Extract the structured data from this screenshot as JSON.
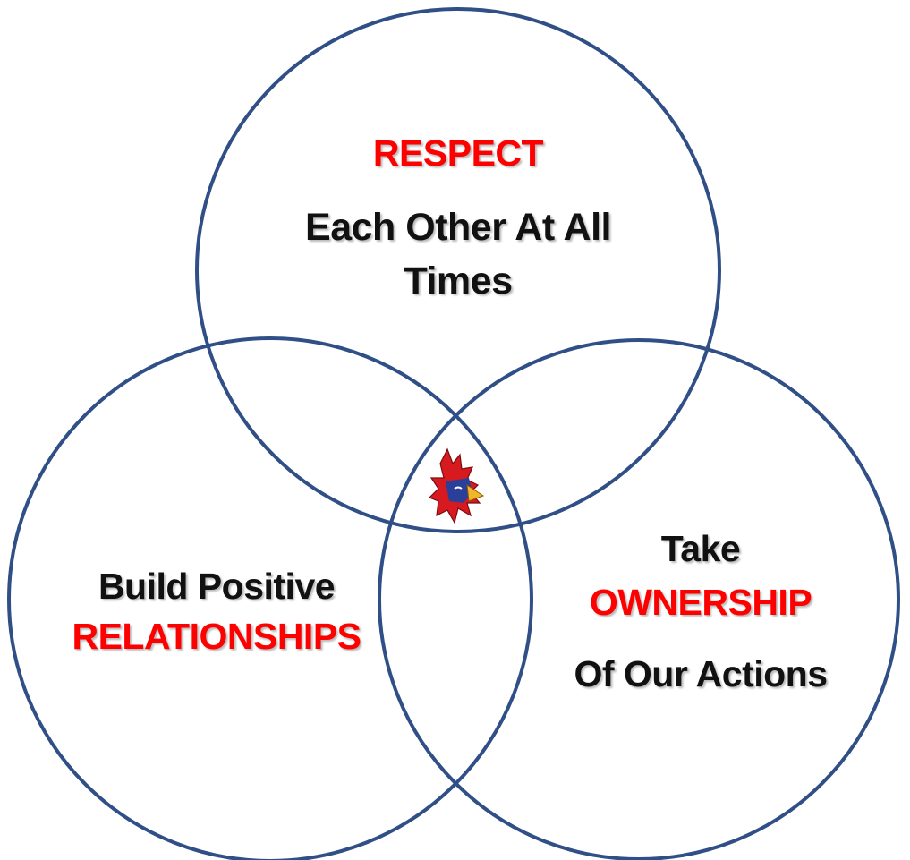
{
  "colors": {
    "circle_stroke": "#2f4f86",
    "accent_red": "#ff0000",
    "text_black": "#111111",
    "background": "#ffffff"
  },
  "top_circle": {
    "heading": "RESPECT",
    "line1": "Each Other At All",
    "line2": "Times"
  },
  "left_circle": {
    "line1": "Build Positive",
    "heading": "RELATIONSHIPS"
  },
  "right_circle": {
    "line1": "Take",
    "heading": "OWNERSHIP",
    "line2": "Of Our Actions"
  },
  "center_logo": {
    "icon": "cardinal-mascot-icon"
  }
}
